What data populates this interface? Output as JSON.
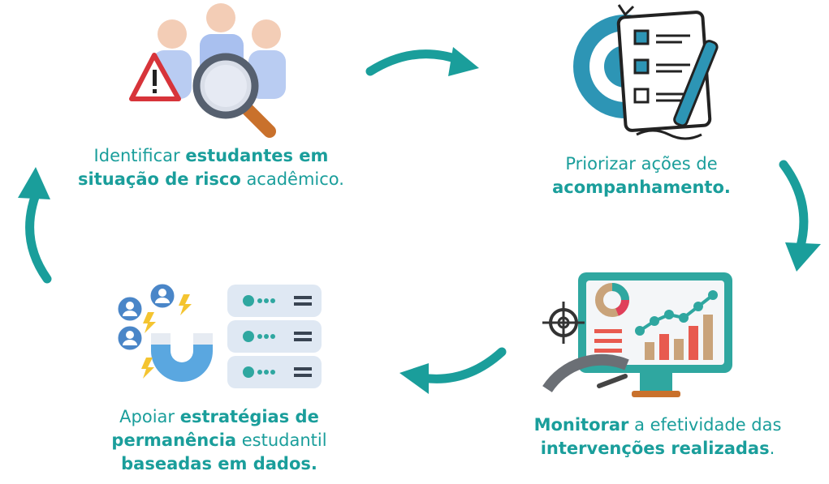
{
  "steps": [
    {
      "id": "identify",
      "lines": [
        [
          {
            "t": "Identificar ",
            "b": false
          },
          {
            "t": "estudantes em",
            "b": true
          }
        ],
        [
          {
            "t": "situação de risco",
            "b": true
          },
          {
            "t": " acadêmico.",
            "b": false
          }
        ]
      ]
    },
    {
      "id": "prioritize",
      "lines": [
        [
          {
            "t": "Priorizar ações de",
            "b": false
          }
        ],
        [
          {
            "t": "acompanhamento.",
            "b": true
          }
        ]
      ]
    },
    {
      "id": "monitor",
      "lines": [
        [
          {
            "t": "Monitorar",
            "b": true
          },
          {
            "t": " a efetividade das",
            "b": false
          }
        ],
        [
          {
            "t": "intervenções realizadas",
            "b": true
          },
          {
            "t": ".",
            "b": false
          }
        ]
      ]
    },
    {
      "id": "support",
      "lines": [
        [
          {
            "t": "Apoiar ",
            "b": false
          },
          {
            "t": "estratégias de",
            "b": true
          }
        ],
        [
          {
            "t": "permanência",
            "b": true
          },
          {
            "t": " estudantil",
            "b": false
          }
        ],
        [
          {
            "t": "baseadas em dados.",
            "b": true
          }
        ]
      ]
    }
  ],
  "icons": {
    "identify": "people-magnifier-warning-icon",
    "prioritize": "target-checklist-pen-icon",
    "monitor": "monitor-dashboard-gauge-icon",
    "support": "server-magnet-users-icon"
  },
  "colors": {
    "teal": "#1a9e9b",
    "text": "#1a9e9b",
    "warning": "#d7343a",
    "accent": "#f4c430"
  }
}
